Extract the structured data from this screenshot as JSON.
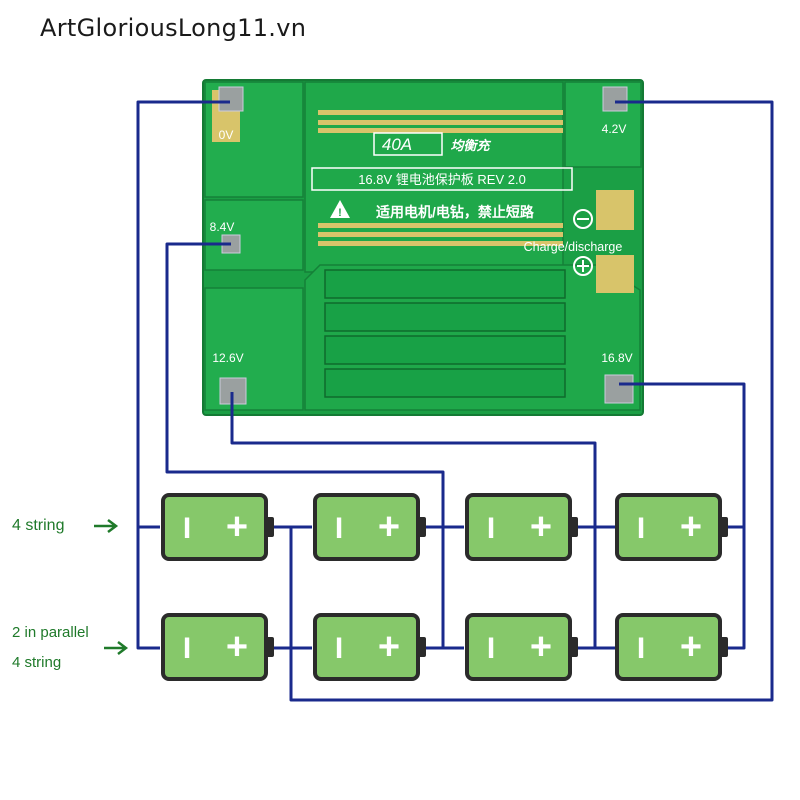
{
  "watermark": "ArtGloriousLong11.vn",
  "board": {
    "rating": "40A",
    "brand_cn": "均衡充",
    "model": "16.8V 锂电池保护板 REV 2.0",
    "warning": "适用电机/电钻，禁止短路",
    "charge_label": "Charge/discharge",
    "minus_symbol": "−",
    "plus_symbol": "+"
  },
  "terminals": {
    "v0": "0V",
    "v42": "4.2V",
    "v84": "8.4V",
    "v126": "12.6V",
    "v168": "16.8V"
  },
  "labels": {
    "row1": "4 string",
    "row2_line1": "2 in parallel",
    "row2_line2": "4 string"
  },
  "battery": {
    "minus": "I",
    "plus": "+"
  },
  "colors": {
    "wire": "#1a2a8c",
    "board": "#1fa84a",
    "battery_fill": "#86c86a",
    "battery_border": "#2b2b2b",
    "label_green": "#1f7a2a"
  }
}
